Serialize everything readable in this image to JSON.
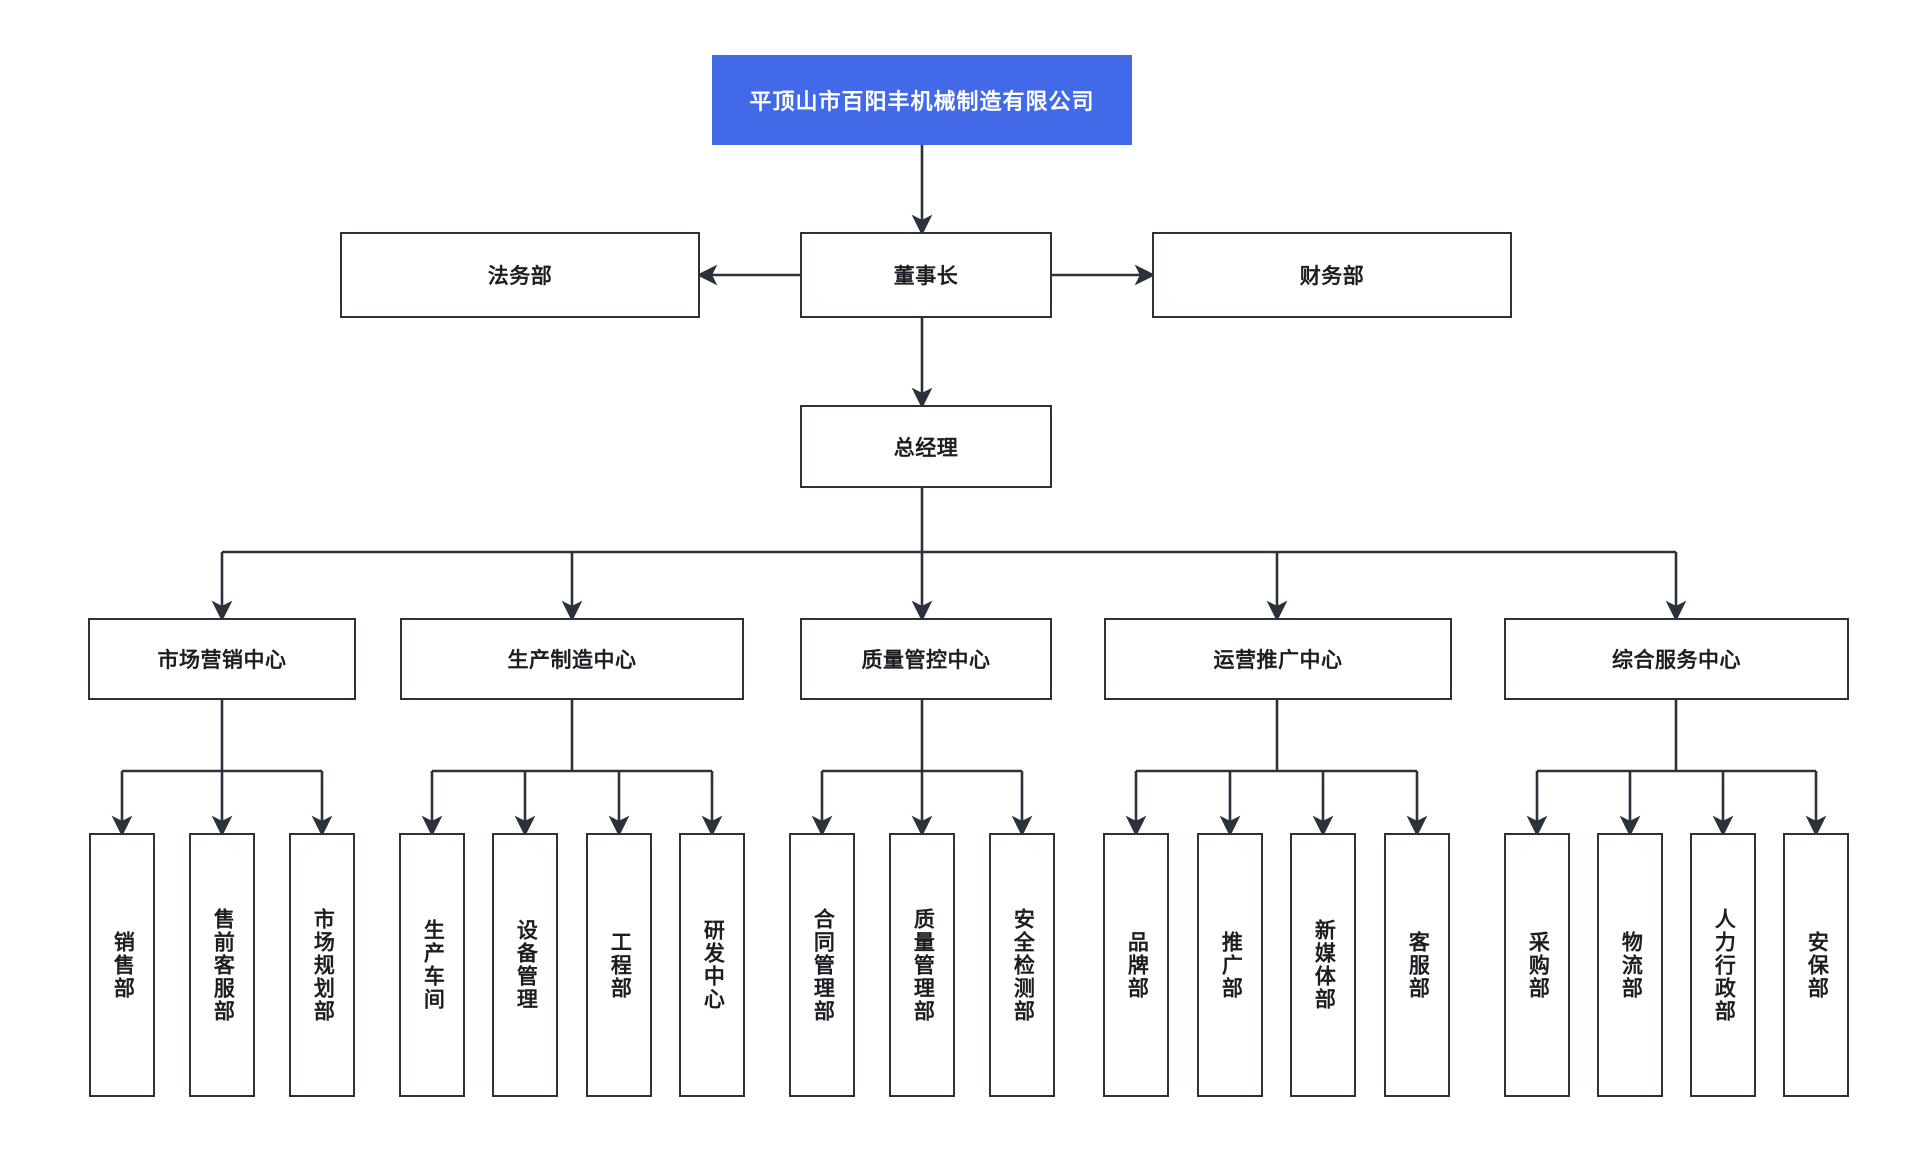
{
  "chart_title": "平顶山市百阳丰机械制造有限公司",
  "theme": {
    "accent": "#4169e8",
    "accent_text": "#ffffff",
    "box_border": "#2b323c",
    "box_fill": "#ffffff",
    "line": "#2b323c",
    "background": "#ffffff"
  },
  "root": {
    "label": "平顶山市百阳丰机械制造有限公司"
  },
  "chairman": {
    "label": "董事长"
  },
  "staff_left": {
    "label": "法务部"
  },
  "staff_right": {
    "label": "财务部"
  },
  "general_manager": {
    "label": "总经理"
  },
  "centers": [
    {
      "label": "市场营销中心",
      "departments": [
        {
          "label": "销售部"
        },
        {
          "label": "售前客服部"
        },
        {
          "label": "市场规划部"
        }
      ]
    },
    {
      "label": "生产制造中心",
      "departments": [
        {
          "label": "生产车间"
        },
        {
          "label": "设备管理"
        },
        {
          "label": "工程部"
        },
        {
          "label": "研发中心"
        }
      ]
    },
    {
      "label": "质量管控中心",
      "departments": [
        {
          "label": "合同管理部"
        },
        {
          "label": "质量管理部"
        },
        {
          "label": "安全检测部"
        }
      ]
    },
    {
      "label": "运营推广中心",
      "departments": [
        {
          "label": "品牌部"
        },
        {
          "label": "推广部"
        },
        {
          "label": "新媒体部"
        },
        {
          "label": "客服部"
        }
      ]
    },
    {
      "label": "综合服务中心",
      "departments": [
        {
          "label": "采购部"
        },
        {
          "label": "物流部"
        },
        {
          "label": "人力行政部"
        },
        {
          "label": "安保部"
        }
      ]
    }
  ]
}
